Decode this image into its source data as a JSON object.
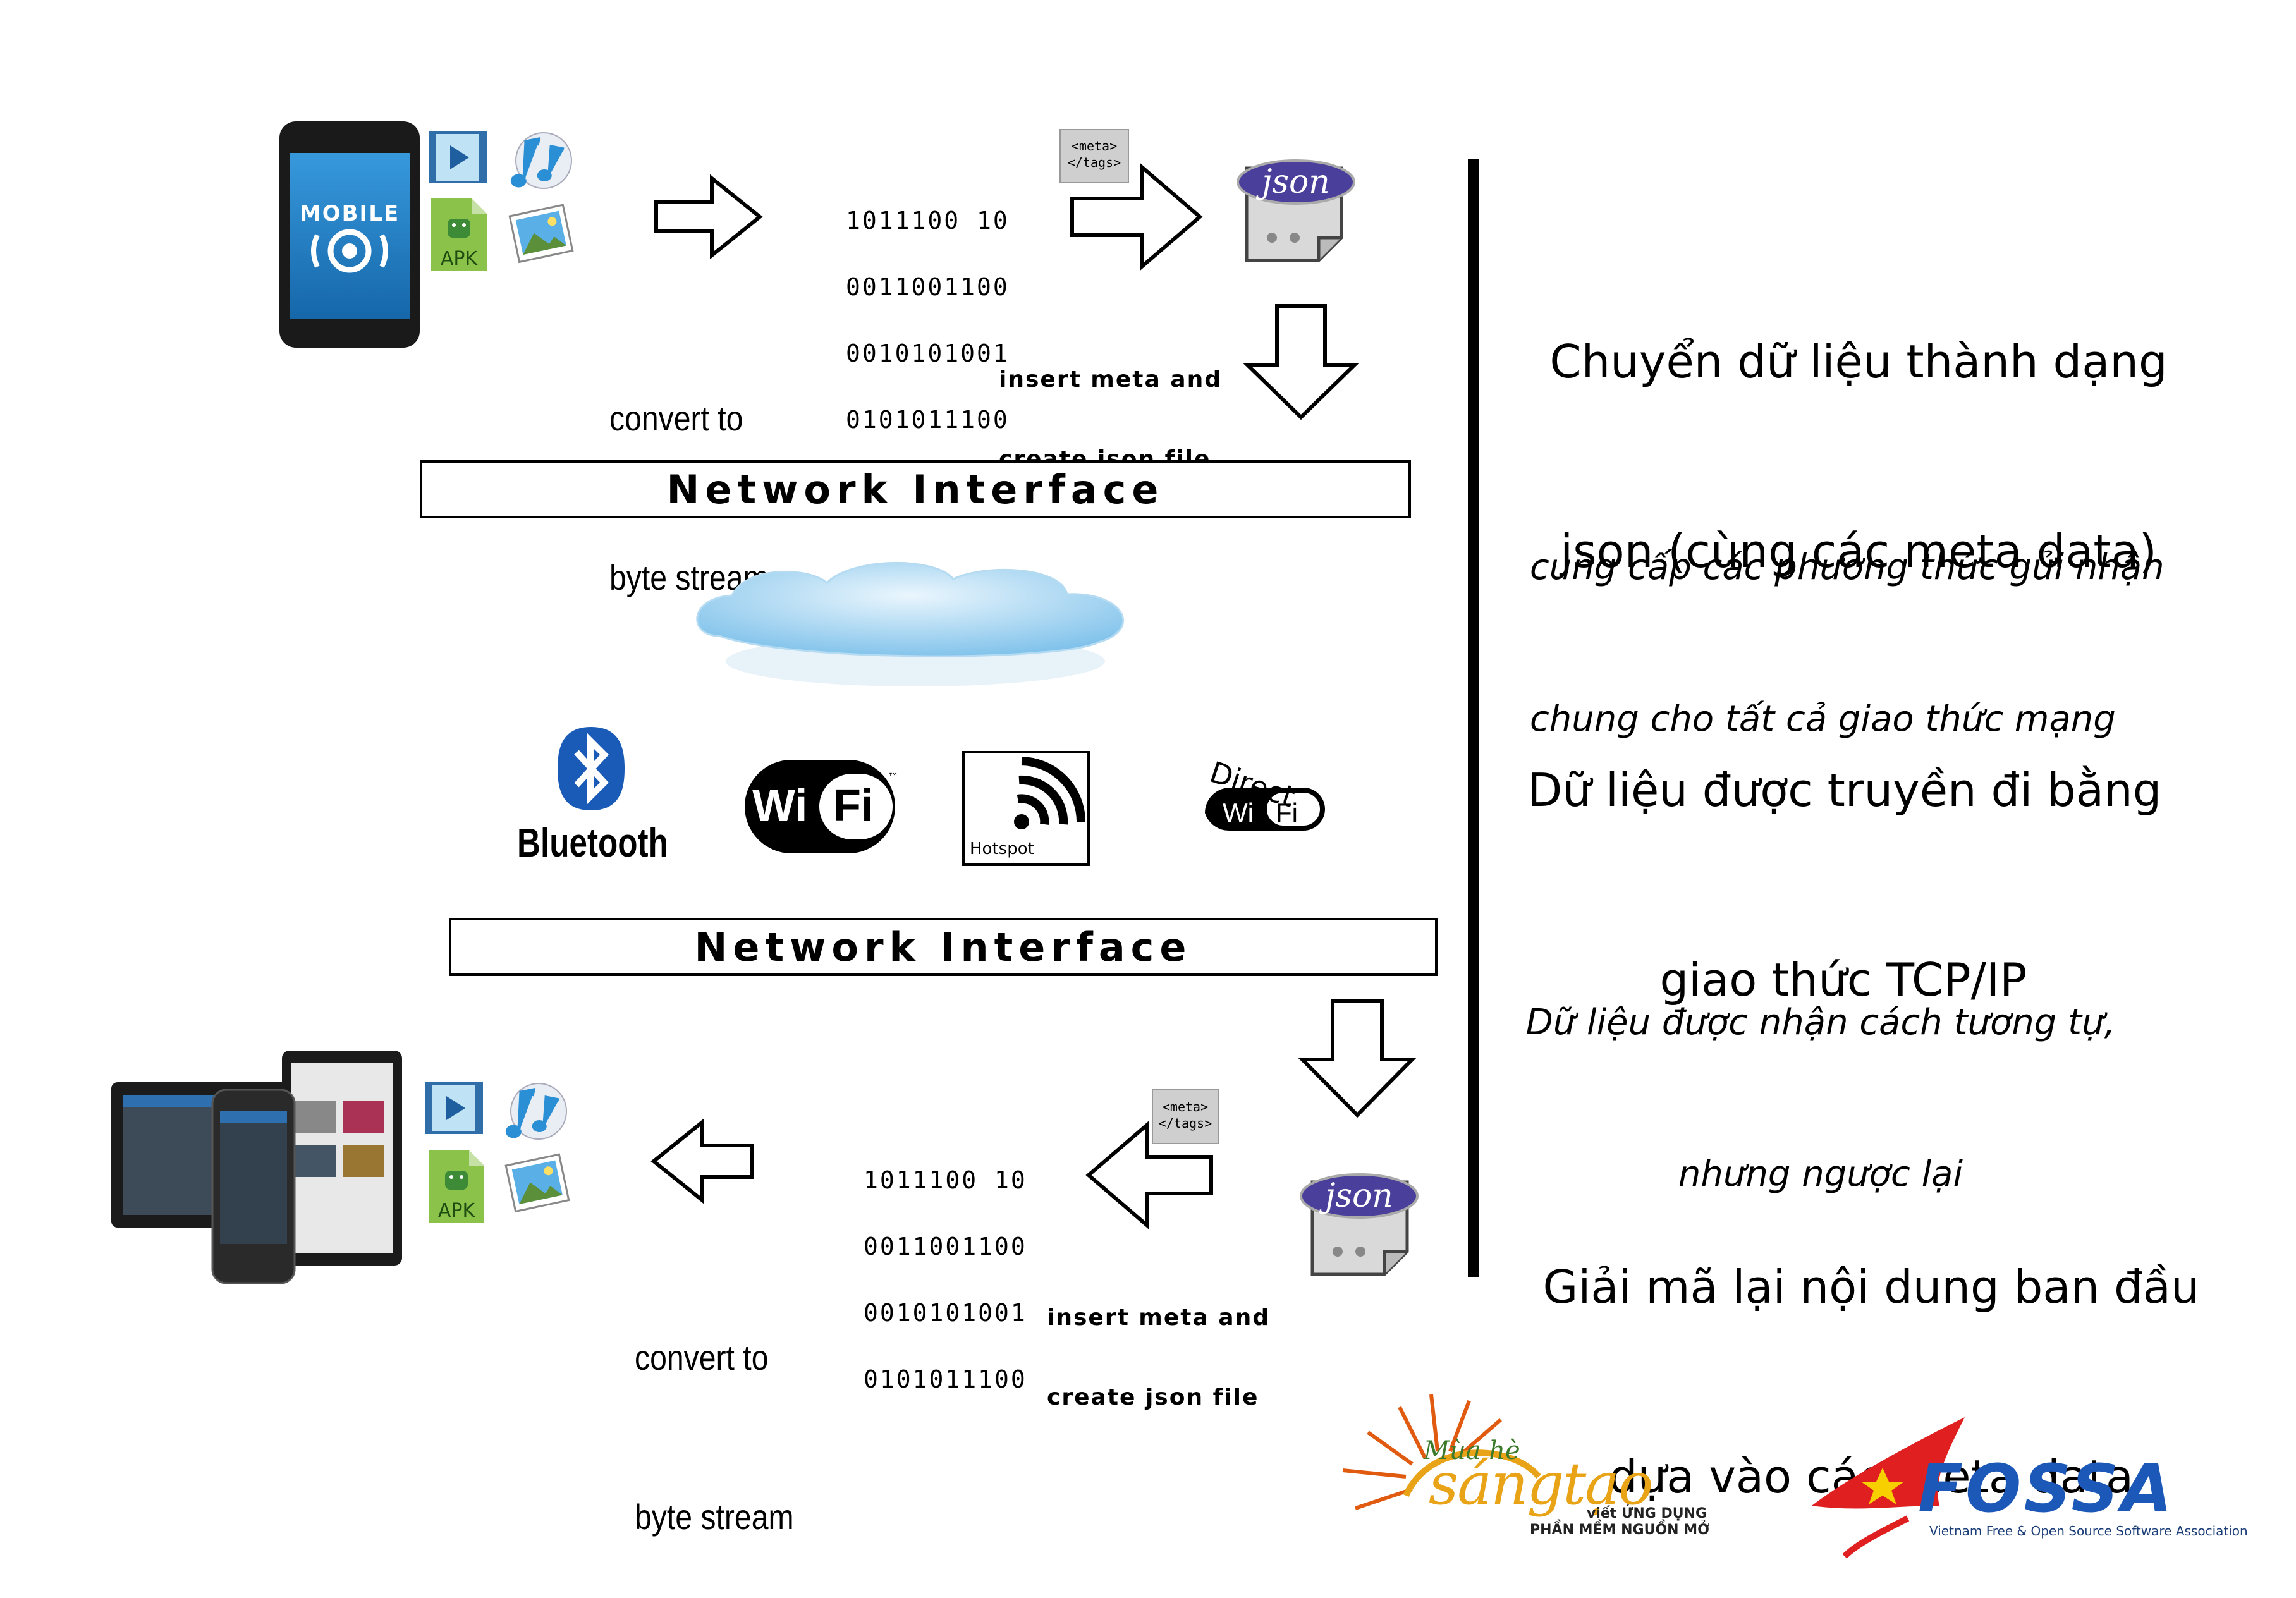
{
  "top": {
    "phone_label": "MOBILE",
    "apk_label": "APK",
    "convert_caption": [
      "convert to",
      "byte stream"
    ],
    "binary_lines": [
      "1011100 10",
      "0011001100",
      "0010101001",
      "0101011100"
    ],
    "meta_tag": [
      "<meta>",
      "</tags>"
    ],
    "insert_caption": [
      "insert meta and",
      "create json file"
    ],
    "json_label": "json"
  },
  "network_interface_top": "Network Interface",
  "network_interface_bottom": "Network Interface",
  "protocols": {
    "bluetooth": "Bluetooth",
    "wifi_left": "Wi",
    "wifi_right": "Fi",
    "wifi_tm": "™",
    "hotspot": "Hotspot",
    "direct": "Direct",
    "direct_wi": "Wi",
    "direct_fi": "Fi"
  },
  "bottom": {
    "apk_label": "APK",
    "convert_caption": [
      "convert to",
      "byte stream"
    ],
    "binary_lines": [
      "1011100 10",
      "0011001100",
      "0010101001",
      "0101011100"
    ],
    "meta_tag": [
      "<meta>",
      "</tags>"
    ],
    "insert_caption": [
      "insert meta and",
      "create json file"
    ],
    "json_label": "json"
  },
  "right_panel": {
    "step1": [
      "Chuyển dữ liệu thành dạng",
      "json (cùng các meta data)"
    ],
    "step2": [
      "cung cấp các phương thức gửi nhận",
      "chung cho tất cả giao thức mạng"
    ],
    "step3": [
      "Dữ liệu được truyền đi bằng",
      "giao thức TCP/IP"
    ],
    "step4": [
      "Dữ liệu được nhận cách tương tự,",
      "nhưng ngược lại"
    ],
    "step5": [
      "Giải mã lại nội dung ban đầu",
      "dựa vào các meta data"
    ]
  },
  "logos": {
    "muahe_top": "Mùa hè",
    "muahe_main": "sángtạo",
    "muahe_sub1": "viết ỨNG DỤNG",
    "muahe_sub2": "PHẦN MỀM NGUỒN MỞ",
    "fossa": "FOSSA",
    "fossa_sub": "Vietnam Free & Open Source Software Association"
  },
  "colors": {
    "phone_screen": "#1f7fc9",
    "bluetooth": "#1a5bb8",
    "cloud": "#9fd2f0",
    "json_badge": "#4a3f9a",
    "apk_green": "#8bc34a",
    "muahe_orange": "#e8a317",
    "fossa_red": "#e02020",
    "fossa_blue": "#1c58b8"
  }
}
